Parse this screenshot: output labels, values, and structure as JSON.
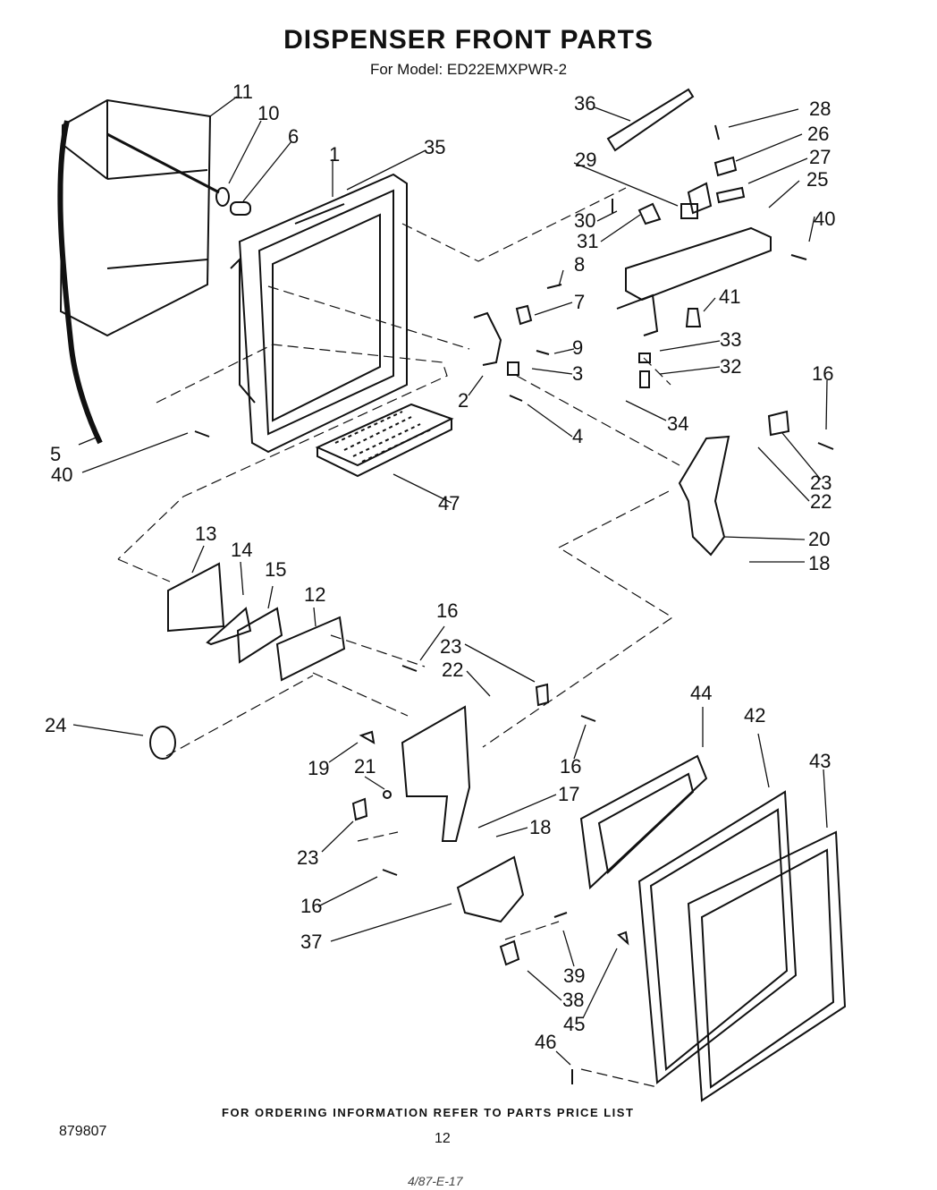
{
  "header": {
    "title": "DISPENSER FRONT PARTS",
    "subtitle": "For Model: ED22EMXPWR-2"
  },
  "callouts": [
    "1",
    "2",
    "3",
    "4",
    "5",
    "6",
    "7",
    "8",
    "9",
    "10",
    "11",
    "12",
    "13",
    "14",
    "15",
    "16",
    "16",
    "16",
    "16",
    "17",
    "18",
    "18",
    "19",
    "20",
    "21",
    "22",
    "22",
    "23",
    "23",
    "23",
    "24",
    "25",
    "26",
    "27",
    "28",
    "29",
    "30",
    "31",
    "32",
    "33",
    "34",
    "35",
    "36",
    "37",
    "38",
    "39",
    "40",
    "40",
    "41",
    "42",
    "43",
    "44",
    "45",
    "46",
    "47"
  ],
  "footer": {
    "ordering_note": "FOR ORDERING INFORMATION REFER TO PARTS PRICE LIST",
    "doc_number": "879807",
    "page_number": "12",
    "handwritten_note": "4/87-E-17"
  }
}
